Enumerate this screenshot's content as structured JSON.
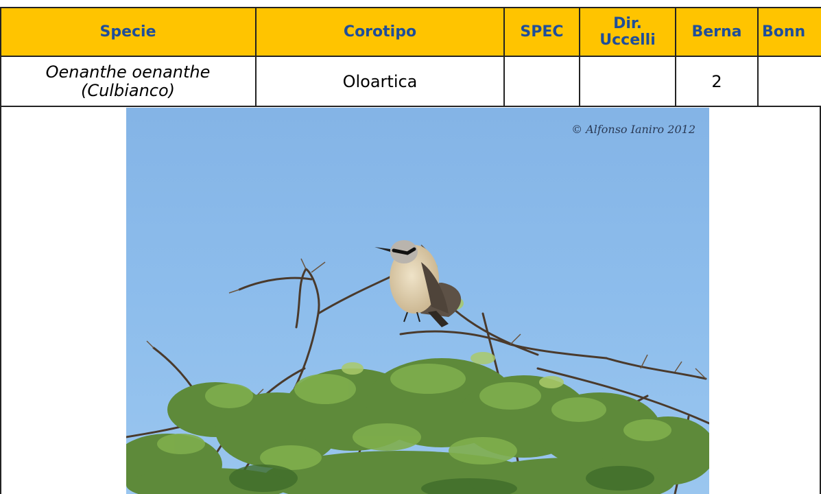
{
  "table": {
    "headers": {
      "specie": "Specie",
      "corotipo": "Corotipo",
      "spec": "SPEC",
      "dir_uccelli_line1": "Dir.",
      "dir_uccelli_line2": "Uccelli",
      "berna": "Berna",
      "bonn": "Bonn"
    },
    "row": {
      "specie_line1": "Oenanthe oenanthe",
      "specie_line2": "(Culbianco)",
      "corotipo": "Oloartica",
      "spec": "",
      "dir_uccelli": "",
      "berna": "2",
      "bonn": ""
    }
  },
  "photo": {
    "copyright": "© Alfonso Ianiro 2012"
  },
  "colors": {
    "header_bg": "#ffc400",
    "header_text": "#1f4e9a",
    "sky": "#8ab9ea"
  }
}
